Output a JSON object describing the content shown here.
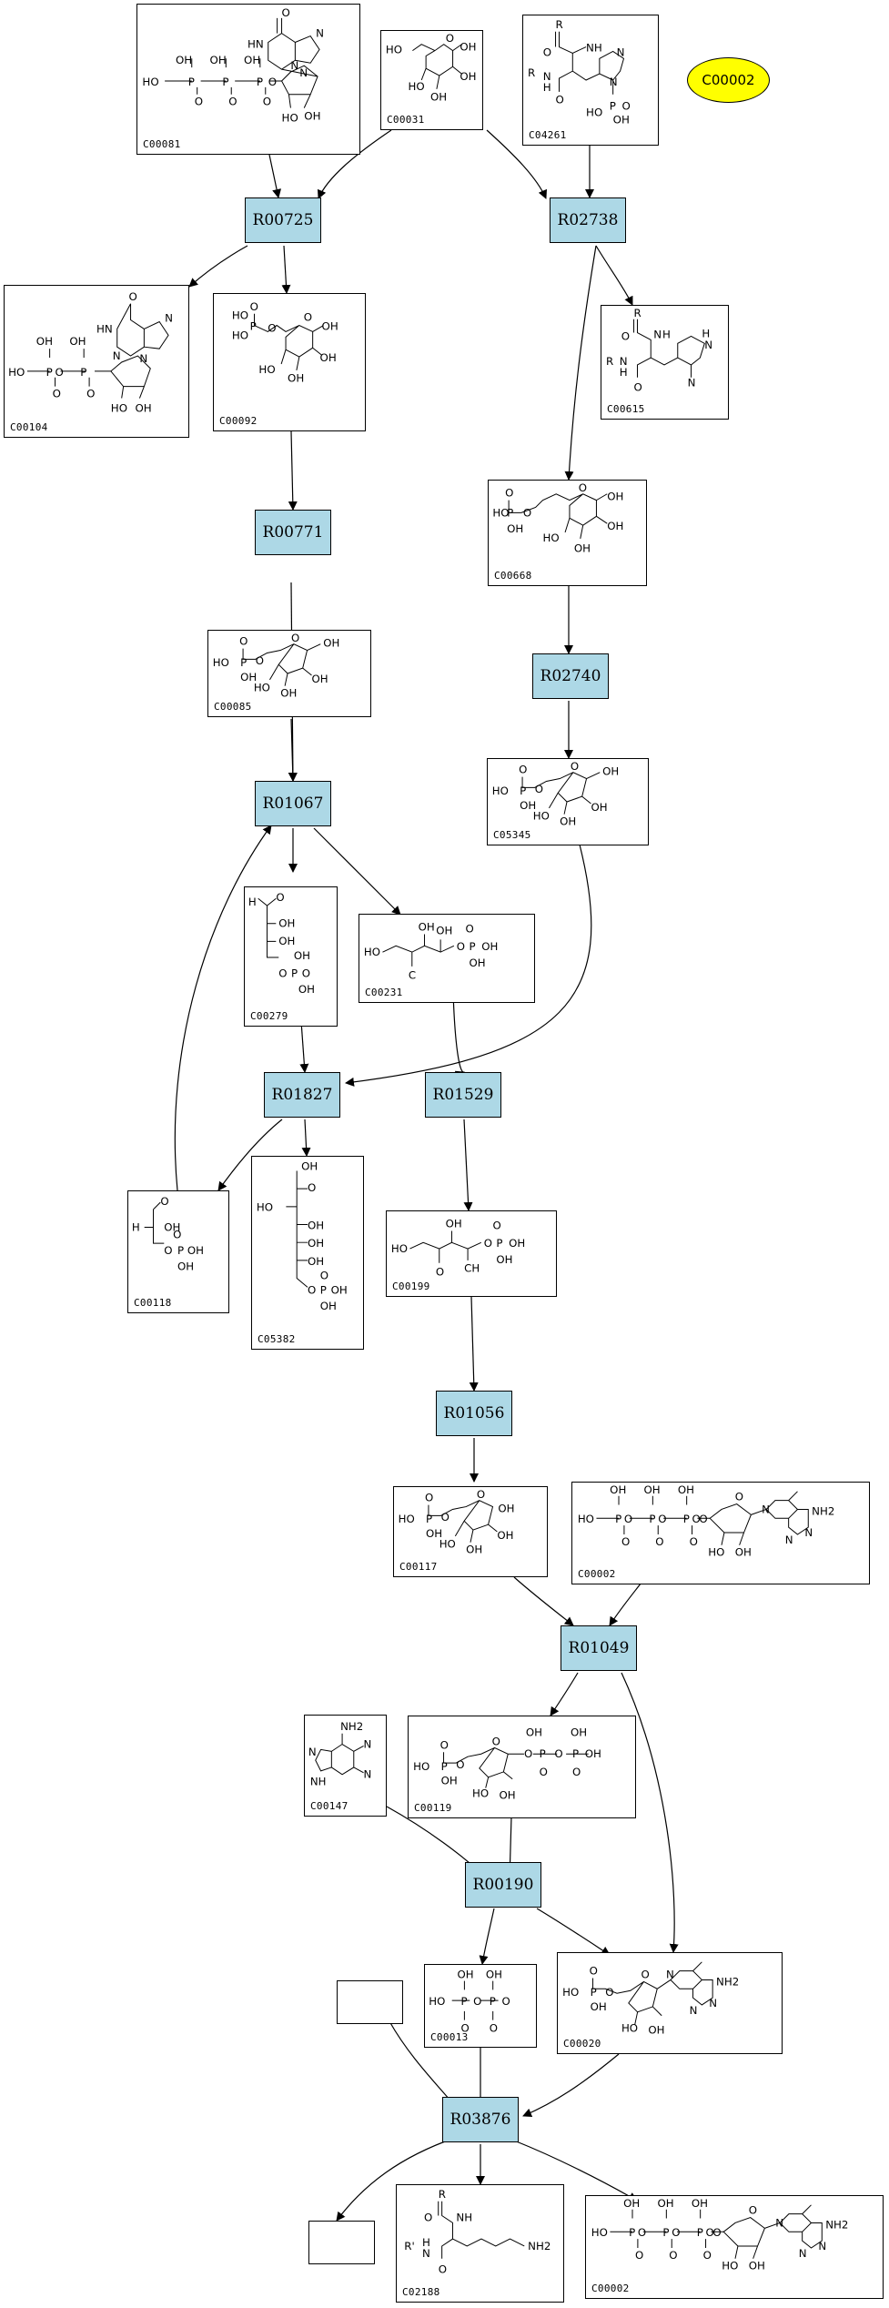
{
  "colors": {
    "reaction_fill": "#add8e6",
    "highlight_fill": "#ffff00",
    "line": "#000000"
  },
  "highlight": {
    "label": "C00002"
  },
  "reactions": {
    "R00725": "R00725",
    "R02738": "R02738",
    "R00771": "R00771",
    "R02740": "R02740",
    "R01067": "R01067",
    "R01827": "R01827",
    "R01529": "R01529",
    "R01056": "R01056",
    "R01049": "R01049",
    "R00190": "R00190",
    "R03876": "R03876"
  },
  "compounds": {
    "C00081": "C00081",
    "C00031": "C00031",
    "C04261": "C04261",
    "C00104": "C00104",
    "C00092": "C00092",
    "C00615": "C00615",
    "C00668": "C00668",
    "C00085": "C00085",
    "C05345": "C05345",
    "C00279": "C00279",
    "C00231": "C00231",
    "C00118": "C00118",
    "C05382": "C05382",
    "C00199": "C00199",
    "C00117": "C00117",
    "C00002a": "C00002",
    "C00147": "C00147",
    "C00119": "C00119",
    "C00013": "C00013",
    "C00020": "C00020",
    "C02188": "C02188",
    "C00002b": "C00002"
  },
  "atoms": {
    "OH": "OH",
    "HO": "HO",
    "O": "O",
    "P": "P",
    "NH": "NH",
    "N": "N",
    "NH2": "NH2",
    "H": "H",
    "R": "R",
    "C": "C",
    "CH": "CH",
    "HN": "HN",
    "R_prime": "R'"
  }
}
